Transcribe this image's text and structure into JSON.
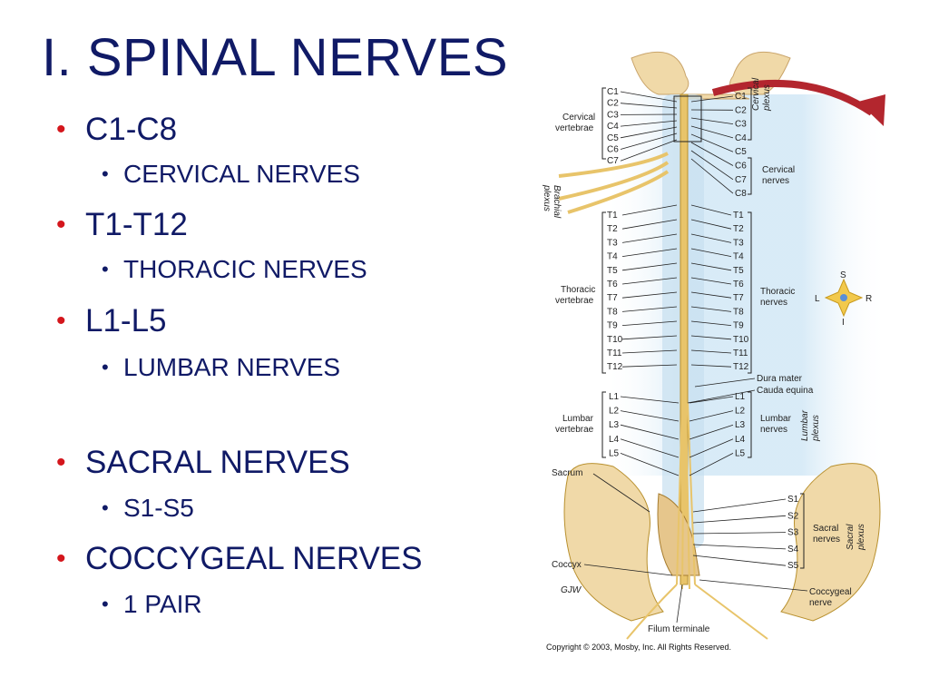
{
  "slide": {
    "title": "I. SPINAL NERVES",
    "bullets": [
      {
        "main": "C1-C8",
        "sub": "CERVICAL NERVES"
      },
      {
        "main": "T1-T12",
        "sub": "THORACIC NERVES"
      },
      {
        "main": "L1-L5",
        "sub": "LUMBAR NERVES"
      },
      {
        "main": "SACRAL NERVES",
        "sub": "S1-S5"
      },
      {
        "main": "COCCYGEAL NERVES",
        "sub": "1 PAIR"
      }
    ]
  },
  "figure": {
    "left_cervical": [
      "C1",
      "C2",
      "C3",
      "C4",
      "C5",
      "C6",
      "C7"
    ],
    "right_cervical": [
      "C1",
      "C2",
      "C3",
      "C4",
      "C5",
      "C6",
      "C7",
      "C8"
    ],
    "thoracic": [
      "T1",
      "T2",
      "T3",
      "T4",
      "T5",
      "T6",
      "T7",
      "T8",
      "T9",
      "T10",
      "T11",
      "T12"
    ],
    "lumbar": [
      "L1",
      "L2",
      "L3",
      "L4",
      "L5"
    ],
    "sacral": [
      "S1",
      "S2",
      "S3",
      "S4",
      "S5"
    ],
    "labels": {
      "cervical_vertebrae": [
        "Cervical",
        "vertebrae"
      ],
      "brachial_plexus": [
        "Brachial",
        "plexus"
      ],
      "thoracic_vertebrae": [
        "Thoracic",
        "vertebrae"
      ],
      "lumbar_vertebrae": [
        "Lumbar",
        "vertebrae"
      ],
      "sacrum": "Sacrum",
      "coccyx": "Coccyx",
      "filum_terminale": "Filum terminale",
      "cervical_plexus": [
        "Cervical",
        "plexus"
      ],
      "cervical_nerves": [
        "Cervical",
        "nerves"
      ],
      "thoracic_nerves": [
        "Thoracic",
        "nerves"
      ],
      "dura_mater": "Dura mater",
      "cauda_equina": "Cauda equina",
      "lumbar_nerves": [
        "Lumbar",
        "nerves"
      ],
      "lumbar_plexus": [
        "Lumbar",
        "plexus"
      ],
      "sacral_nerves": [
        "Sacral",
        "nerves"
      ],
      "sacral_plexus": [
        "Sacral",
        "plexus"
      ],
      "coccygeal_nerve": [
        "Coccygeal",
        "nerve"
      ],
      "artist": "GJW",
      "copyright": "Copyright © 2003, Mosby, Inc. All Rights Reserved."
    },
    "compass": {
      "s": "S",
      "i": "I",
      "l": "L",
      "r": "R"
    },
    "colors": {
      "title": "#101a66",
      "bullet_red": "#d4161c",
      "nerve": "#e8c46a",
      "bone": "#f0d9a8",
      "arrow": "#b3262e",
      "glow": "#cfe6f5"
    }
  }
}
